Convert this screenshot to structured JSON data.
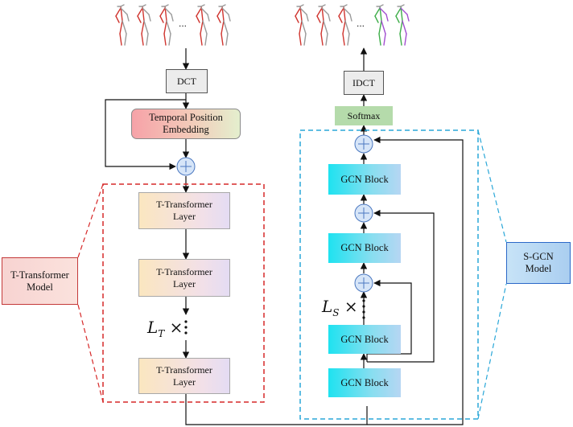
{
  "left_branch": {
    "dct_label": "DCT",
    "temporal_embedding_label": "Temporal Position Embedding",
    "layer_labels": [
      "T-Transformer Layer",
      "T-Transformer Layer",
      "T-Transformer Layer"
    ],
    "repeat_symbol": "L",
    "repeat_subscript": "T",
    "repeat_times": "×",
    "model_label": "T-Transformer Model"
  },
  "right_branch": {
    "idct_label": "IDCT",
    "softmax_label": "Softmax",
    "block_labels": [
      "GCN Block",
      "GCN Block",
      "GCN Block",
      "GCN Block"
    ],
    "repeat_symbol": "L",
    "repeat_subscript": "S",
    "repeat_times": "×",
    "model_label": "S-GCN Model"
  },
  "poses": {
    "ellipsis": "..."
  },
  "colors": {
    "red_dash": "#d62828",
    "blue_dash": "#2aa7d8",
    "pose_red": "#d0352f",
    "pose_green": "#3fae4a",
    "pose_purple": "#a24fd0",
    "pose_gray": "#9a9a9a"
  }
}
